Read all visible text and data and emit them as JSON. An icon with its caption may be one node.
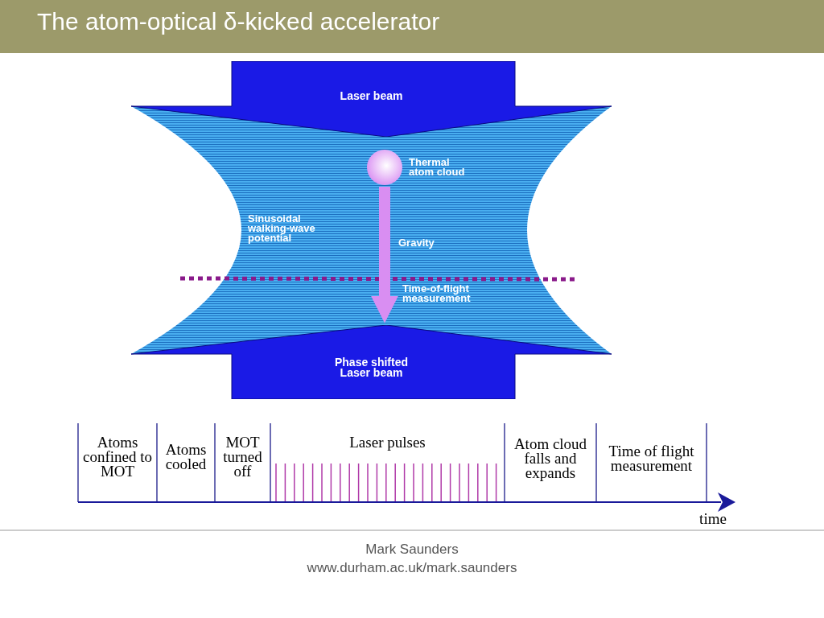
{
  "diagram": {
    "title": "The atom-optical δ-kicked accelerator",
    "nodes": [
      {
        "text": [
          "Laser beam"
        ]
      },
      {
        "text": [
          "Phase shifted Laser beam"
        ]
      },
      {
        "text": [],
        "shape": "circle",
        "beside": [
          "Thermal atom cloud"
        ]
      }
    ],
    "edges": [
      {
        "from": 2,
        "to": 1,
        "arrow": "to",
        "label": "Gravity"
      }
    ],
    "labels": [
      "Sinusoidal walking-wave potential",
      "Time-of-flight measurement",
      "Atoms confined to MOT",
      "Atoms cooled",
      "MOT turned off",
      "Laser pulses",
      "Atom cloud falls and expands",
      "Time of flight measurement",
      "time",
      "Mark Saunders",
      "www.durham.ac.uk/mark.saunders"
    ]
  }
}
